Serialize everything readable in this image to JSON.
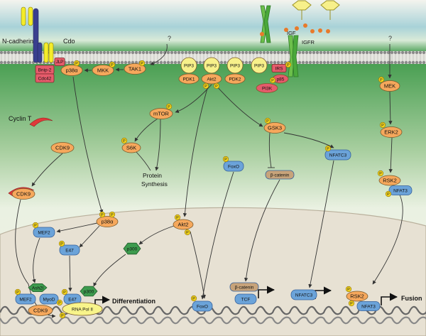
{
  "colors": {
    "background_top": "#3f9a4a",
    "background_mid": "#c9dfc3",
    "cytoplasm": "#f2efe5",
    "nucleus": "#e7e1d3",
    "orange_node": "#f6a85c",
    "blue_node": "#6ba3d9",
    "yellow_node": "#f7f08a",
    "red_node": "#e55b6b",
    "green_node": "#3d9b4e",
    "tan_node": "#c7a37a",
    "phospho": "#f2d31c"
  },
  "membrane_labels": {
    "n_cadherin": "N-cadherin",
    "cdo": "Cdo",
    "igf": "IGF",
    "igfr": "IGFR"
  },
  "unknown_marks": [
    "?",
    "?"
  ],
  "nodes": {
    "bnip2": "Bnip-2",
    "cdc42": "Cdc42",
    "jlp": "JLP",
    "p38a_top": "p38α",
    "mkk": "MKK",
    "tak1": "TAK1",
    "pip3": "PIP3",
    "pdk1": "PDK1",
    "akt2_top": "Akt2",
    "pdk2": "PDK2",
    "irs": "IRS",
    "p85": "p85",
    "pi3k": "PI3K",
    "mek": "MEK",
    "mtor": "mTOR",
    "s6k": "S6K",
    "gsk3": "GSK3",
    "erk2": "ERK2",
    "foxo_cyto": "FoxO",
    "nfatc3_cyto": "NFATC3",
    "beta_catenin_cyto": "β-catenin",
    "rsk2_cyto": "RSK2",
    "nfat3_cyto": "NFAT3",
    "cyclin_t": "Cyclin T",
    "cdk9_top": "CDK9",
    "cdk9_mid": "CDK9",
    "p38a_nuc": "p38α",
    "mef2_nuc": "MEF2",
    "e47_nuc": "E47",
    "akt2_nuc": "Akt2",
    "p300_nuc": "p300",
    "ash2l": "Ash2l",
    "mef2_dna": "MEF2",
    "myod": "MyoD",
    "e47_dna": "E47",
    "p300_dna": "p300",
    "cdk9_dna": "CDK9",
    "rna_pol": "RNA Pol II",
    "foxo_dna": "FoxO",
    "beta_catenin_dna": "β-catenin",
    "tcf": "TCF",
    "nfatc3_dna": "NFATC3",
    "rsk2_dna": "RSK2",
    "nfat3_dna": "NFAT3"
  },
  "labels": {
    "protein_synthesis": "Protein Synthesis",
    "differentiation": "Differentiation",
    "fusion": "Fusion",
    "phospho": "P"
  }
}
